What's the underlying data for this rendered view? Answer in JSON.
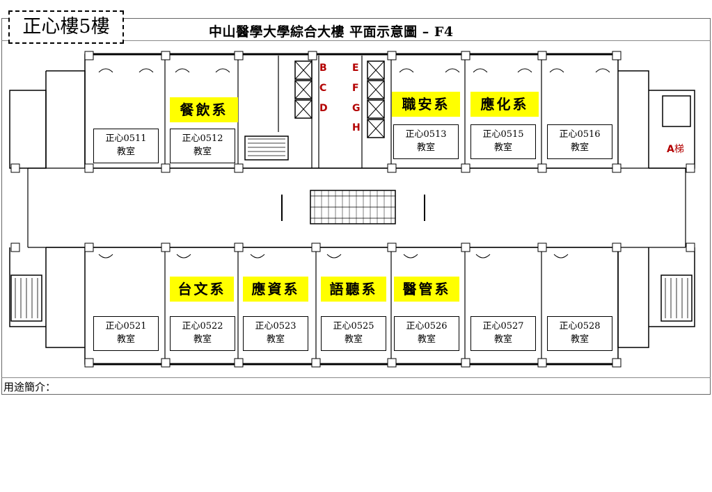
{
  "building": {
    "label": "正心樓5樓"
  },
  "plan": {
    "title": "中山醫學大學綜合大樓  平面示意圖  –  F4"
  },
  "footer": {
    "usage_label": "用途簡介："
  },
  "departments": {
    "catering": "餐飲系",
    "occupational_safety": "職安系",
    "applied_chemistry": "應化系",
    "taiwanese_literature": "台文系",
    "applied_information": "應資系",
    "speech_hearing": "語聽系",
    "medical_management": "醫管系"
  },
  "rooms_top": [
    {
      "number": "正心0511",
      "type": "教室"
    },
    {
      "number": "正心0512",
      "type": "教室"
    },
    {
      "number": "正心0513",
      "type": "教室"
    },
    {
      "number": "正心0515",
      "type": "教室"
    },
    {
      "number": "正心0516",
      "type": "教室"
    }
  ],
  "rooms_bottom": [
    {
      "number": "正心0521",
      "type": "教室"
    },
    {
      "number": "正心0522",
      "type": "教室"
    },
    {
      "number": "正心0523",
      "type": "教室"
    },
    {
      "number": "正心0525",
      "type": "教室"
    },
    {
      "number": "正心0526",
      "type": "教室"
    },
    {
      "number": "正心0527",
      "type": "教室"
    },
    {
      "number": "正心0528",
      "type": "教室"
    }
  ],
  "elevators": [
    "B",
    "C",
    "D",
    "E",
    "F",
    "G",
    "H"
  ],
  "stair": {
    "letter": "A",
    "suffix": "梯"
  },
  "colors": {
    "highlight": "#ffff00",
    "elevator_label": "#b30000"
  }
}
